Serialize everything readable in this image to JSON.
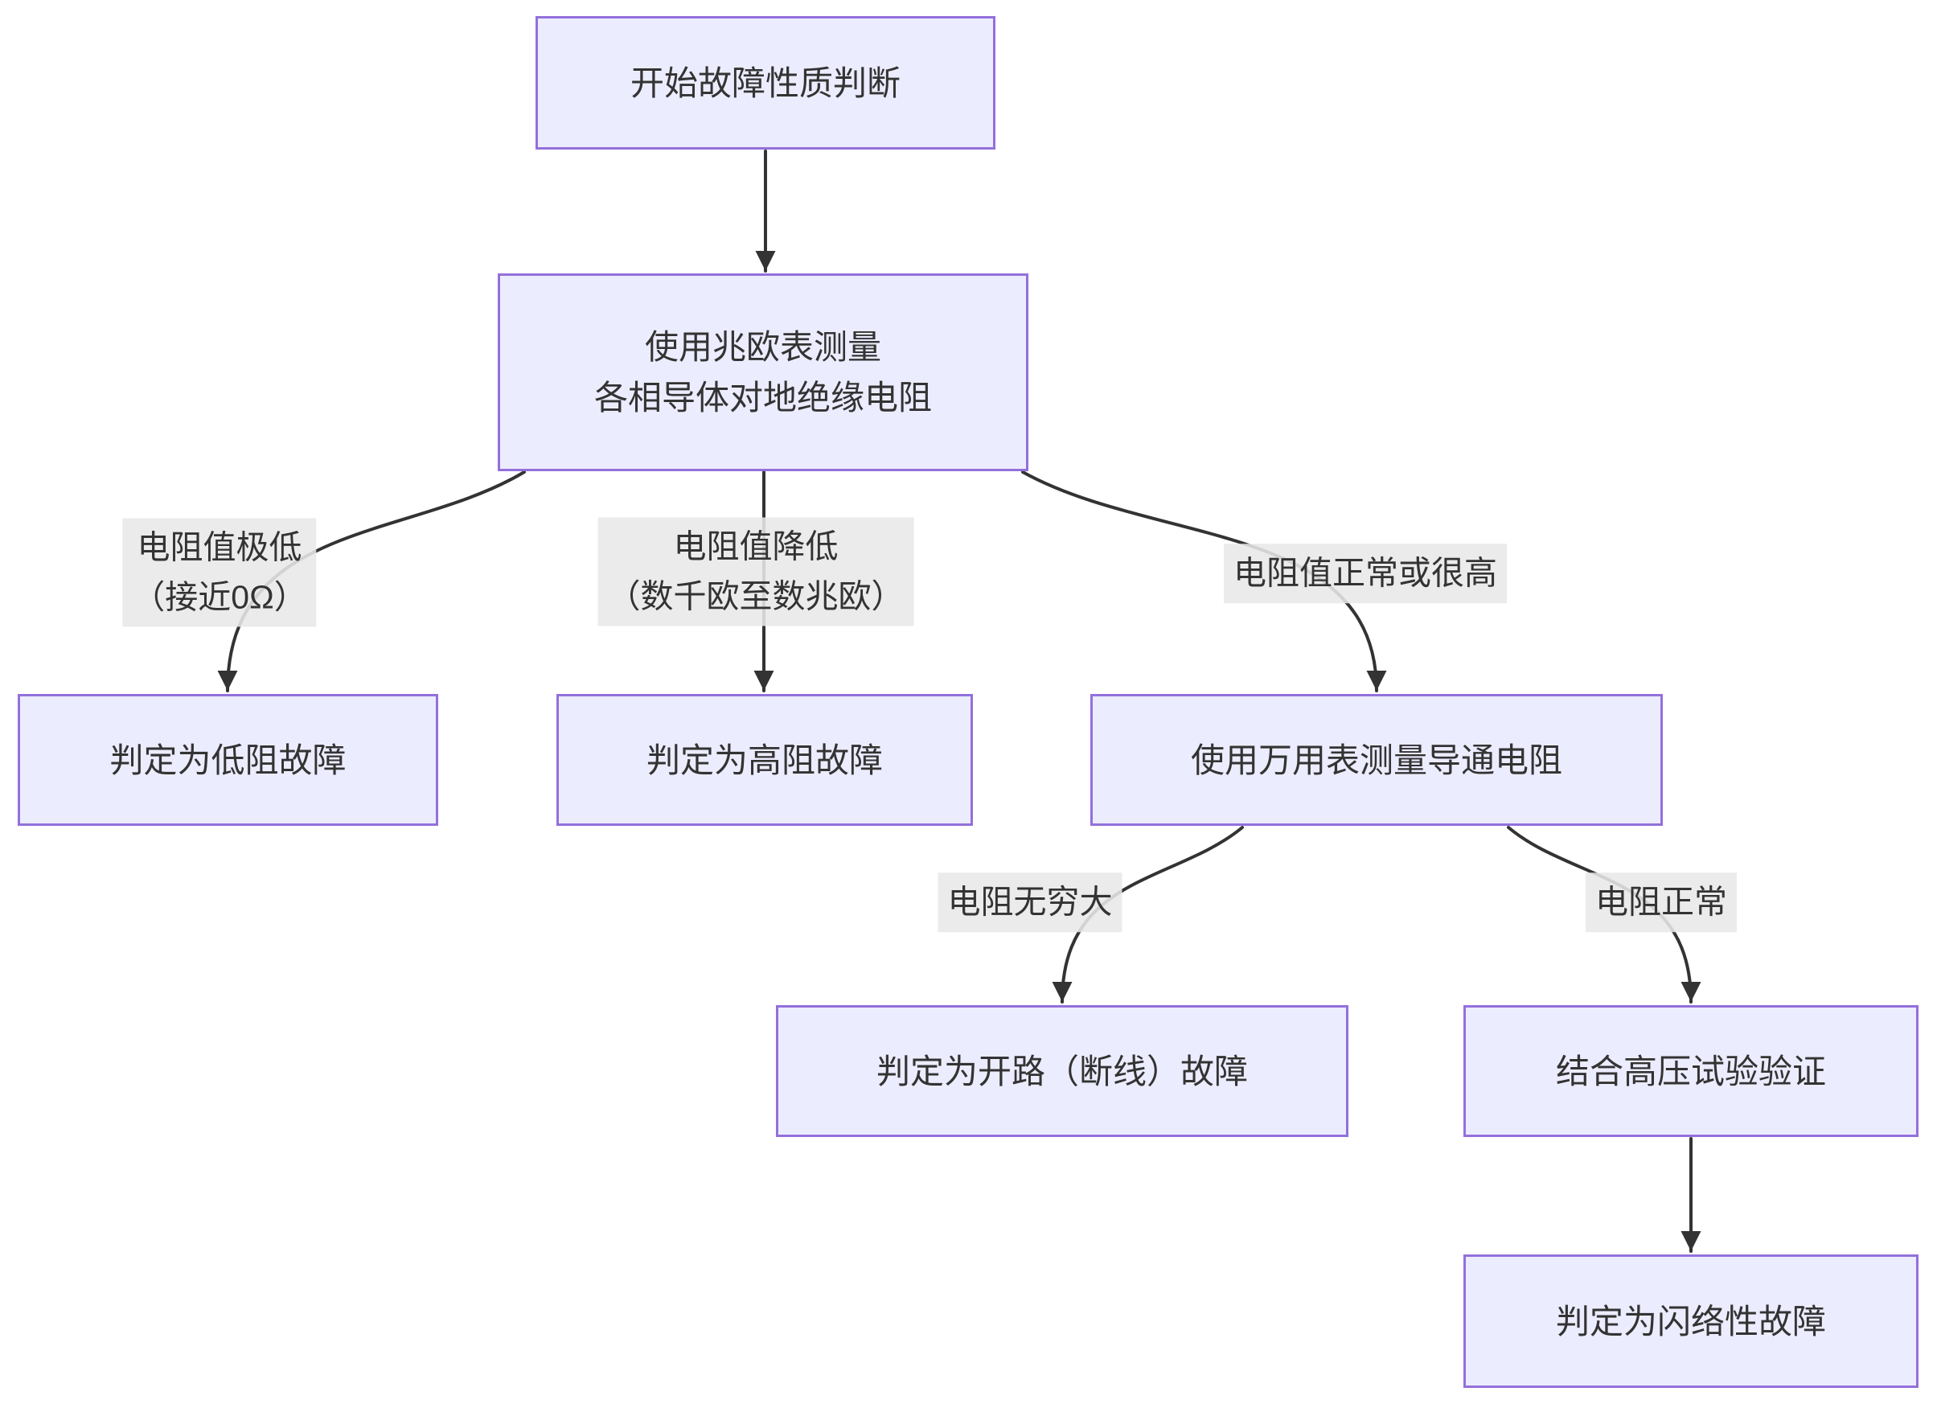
{
  "diagram": {
    "type": "flowchart",
    "direction": "top-down",
    "colors": {
      "background": "#ffffff",
      "node_fill": "#ECECFF",
      "node_border": "#9370DB",
      "edge_color": "#333333",
      "edge_label_background": "#e8e8e8",
      "text_color": "#333333",
      "arrowhead_color": "#333333"
    },
    "nodes": [
      {
        "id": "start",
        "lines": [
          "开始故障性质判断"
        ]
      },
      {
        "id": "megger",
        "lines": [
          "使用兆欧表测量",
          "各相导体对地绝缘电阻"
        ]
      },
      {
        "id": "low_fault",
        "lines": [
          "判定为低阻故障"
        ]
      },
      {
        "id": "high_fault",
        "lines": [
          "判定为高阻故障"
        ]
      },
      {
        "id": "multimeter",
        "lines": [
          "使用万用表测量导通电阻"
        ]
      },
      {
        "id": "open_fault",
        "lines": [
          "判定为开路（断线）故障"
        ]
      },
      {
        "id": "hv_test",
        "lines": [
          "结合高压试验验证"
        ]
      },
      {
        "id": "flash_fault",
        "lines": [
          "判定为闪络性故障"
        ]
      }
    ],
    "edge_labels": [
      {
        "id": "very_low",
        "lines": [
          "电阻值极低",
          "（接近0Ω）"
        ]
      },
      {
        "id": "reduced",
        "lines": [
          "电阻值降低",
          "（数千欧至数兆欧）"
        ]
      },
      {
        "id": "normal_high",
        "lines": [
          "电阻值正常或很高"
        ]
      },
      {
        "id": "infinite",
        "lines": [
          "电阻无穷大"
        ]
      },
      {
        "id": "normal",
        "lines": [
          "电阻正常"
        ]
      }
    ],
    "edges": [
      {
        "from": "start",
        "to": "megger",
        "label": ""
      },
      {
        "from": "megger",
        "to": "low_fault",
        "label": "电阻值极低（接近0Ω）"
      },
      {
        "from": "megger",
        "to": "high_fault",
        "label": "电阻值降低（数千欧至数兆欧）"
      },
      {
        "from": "megger",
        "to": "multimeter",
        "label": "电阻值正常或很高"
      },
      {
        "from": "multimeter",
        "to": "open_fault",
        "label": "电阻无穷大"
      },
      {
        "from": "multimeter",
        "to": "hv_test",
        "label": "电阻正常"
      },
      {
        "from": "hv_test",
        "to": "flash_fault",
        "label": ""
      }
    ]
  }
}
